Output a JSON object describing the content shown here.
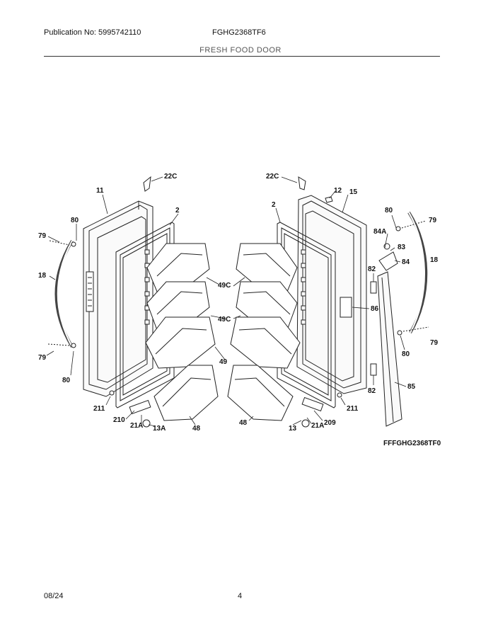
{
  "header": {
    "publication": "Publication No: 5995742110",
    "model": "FGHG2368TF6",
    "section_title": "FRESH FOOD DOOR"
  },
  "diagram": {
    "reference_code": "FFFGHG2368TF0",
    "callouts": [
      "22C",
      "11",
      "2",
      "80",
      "79",
      "18",
      "79",
      "80",
      "211",
      "210",
      "21A",
      "13A",
      "48",
      "49C",
      "49C",
      "49",
      "22C",
      "12",
      "15",
      "2",
      "80",
      "79",
      "84A",
      "83",
      "84",
      "18",
      "82",
      "86",
      "80",
      "79",
      "82",
      "85",
      "211",
      "48",
      "13",
      "21A",
      "209"
    ]
  },
  "footer": {
    "date": "08/24",
    "page": "4"
  }
}
